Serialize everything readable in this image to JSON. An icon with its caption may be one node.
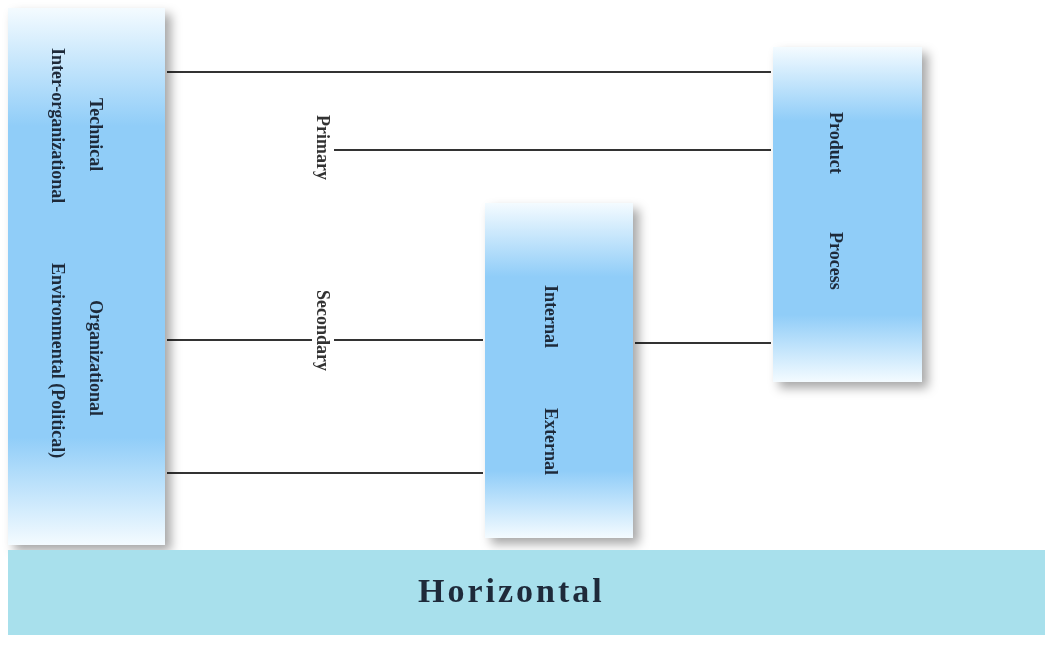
{
  "diagram": {
    "nodes": [
      {
        "text": [
          "Technical",
          "Inter-organizational",
          "Organizational",
          "Environmental (Political)"
        ]
      },
      {
        "text": [
          "Primary"
        ]
      },
      {
        "text": [
          "Secondary"
        ]
      },
      {
        "text": [
          "Internal",
          "External"
        ]
      },
      {
        "text": [
          "Product",
          "Process"
        ]
      },
      {
        "text": [
          "Horizontal"
        ]
      }
    ],
    "edges": [
      {
        "from": 0,
        "to": 4,
        "arrow": "none"
      },
      {
        "from": 1,
        "to": 4,
        "arrow": "none"
      },
      {
        "from": 0,
        "to": 2,
        "arrow": "none"
      },
      {
        "from": 2,
        "to": 3,
        "arrow": "none"
      },
      {
        "from": 0,
        "to": 3,
        "arrow": "none"
      },
      {
        "from": 3,
        "to": 4,
        "arrow": "none"
      }
    ]
  }
}
